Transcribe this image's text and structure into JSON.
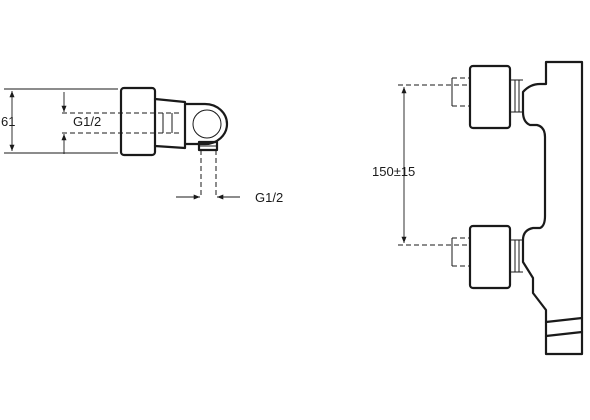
{
  "dimensions": {
    "height_label": "61",
    "inlet_thread_label": "G1/2",
    "outlet_thread_label": "G1/2",
    "spacing_label": "150±15"
  }
}
